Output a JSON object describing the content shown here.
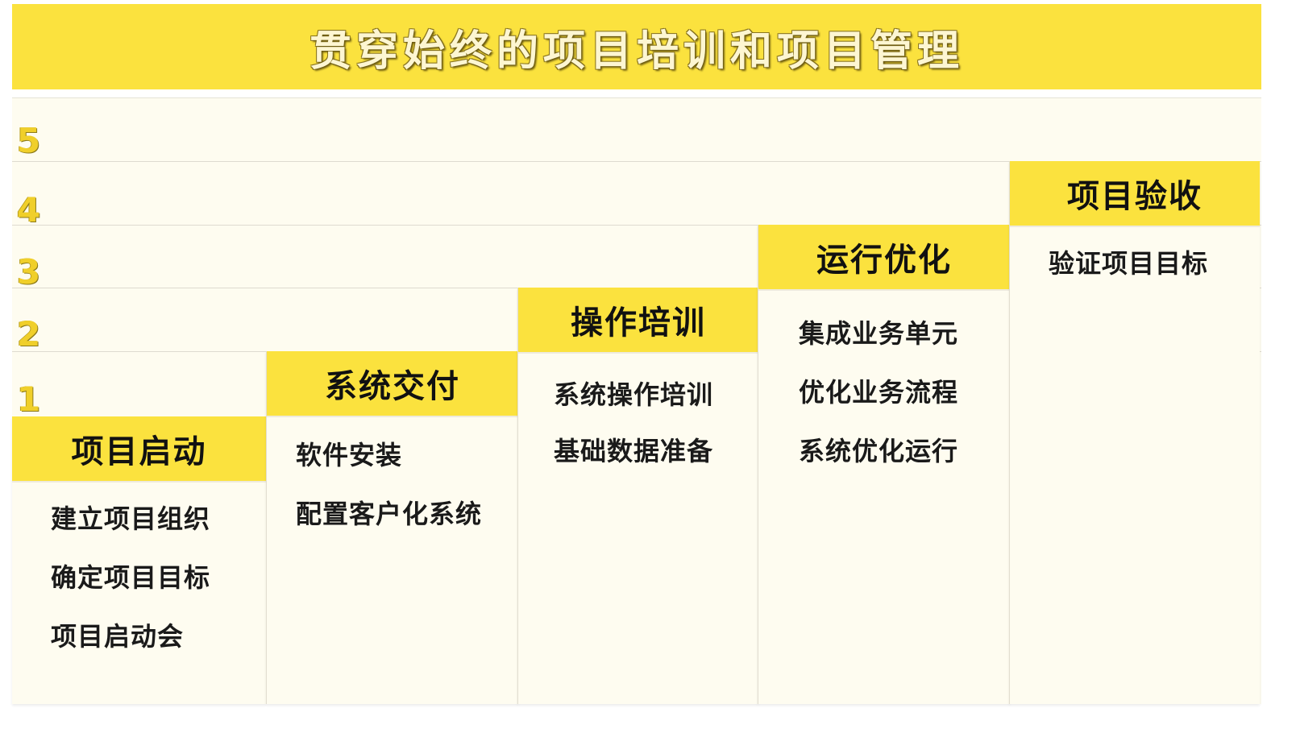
{
  "title": "贯穿始终的项目培训和项目管理",
  "levels": [
    "5",
    "4",
    "3",
    "2",
    "1"
  ],
  "stages": [
    {
      "title": "项目启动",
      "items": [
        "建立项目组织",
        "确定项目目标",
        "项目启动会"
      ]
    },
    {
      "title": "系统交付",
      "items": [
        "软件安装",
        "配置客户化系统"
      ]
    },
    {
      "title": "操作培训",
      "items": [
        "系统操作培训",
        "基础数据准备"
      ]
    },
    {
      "title": "运行优化",
      "items": [
        "集成业务单元",
        "优化业务流程",
        "系统优化运行"
      ]
    },
    {
      "title": "项目验收",
      "items": [
        "验证项目目标"
      ]
    }
  ],
  "colors": {
    "accent_yellow": "#fbe23e",
    "panel_background": "#fefcf0",
    "level_number": "#f0cf2a",
    "text": "#111111"
  }
}
